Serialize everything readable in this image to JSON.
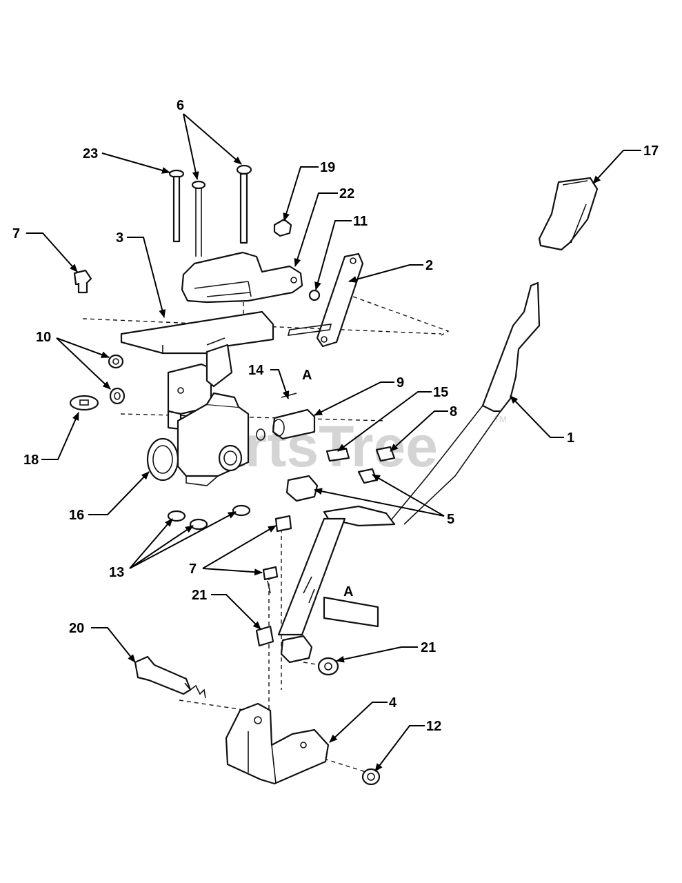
{
  "watermark": {
    "text": "PartsTree",
    "trademark": "TM"
  },
  "reference_marks": {
    "a_top": "A",
    "a_bottom": "A"
  },
  "callouts": {
    "c1": "1",
    "c2": "2",
    "c3": "3",
    "c4": "4",
    "c5": "5",
    "c6": "6",
    "c7a": "7",
    "c7b": "7",
    "c8": "8",
    "c9": "9",
    "c10": "10",
    "c11": "11",
    "c12": "12",
    "c13": "13",
    "c14": "14",
    "c15": "15",
    "c16": "16",
    "c17": "17",
    "c18": "18",
    "c19": "19",
    "c20": "20",
    "c21a": "21",
    "c21b": "21",
    "c22": "22",
    "c23": "23"
  }
}
